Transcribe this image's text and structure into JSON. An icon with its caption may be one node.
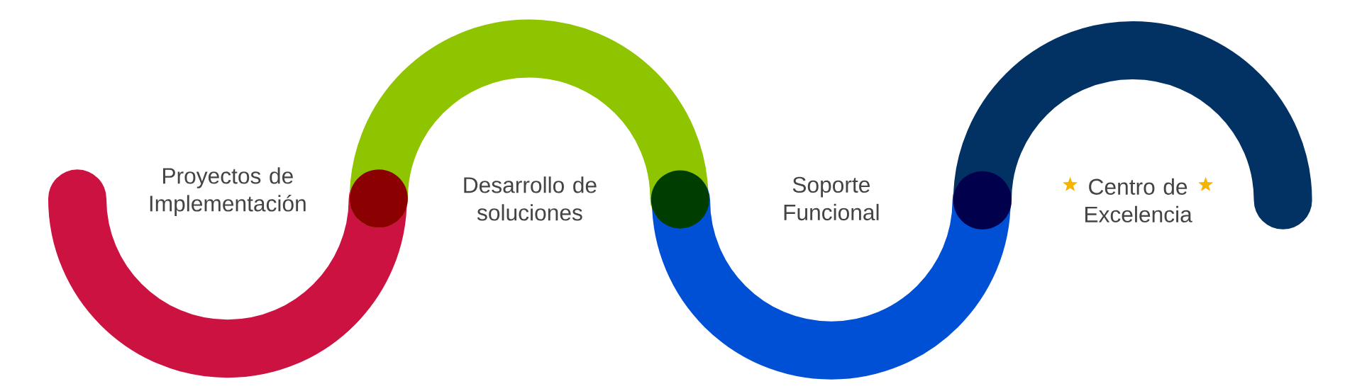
{
  "diagram": {
    "labels": [
      "Proyectos de Implementación",
      "Desarrollo de soluciones",
      "Soporte Funcional",
      "Centro de Excelencia"
    ]
  }
}
